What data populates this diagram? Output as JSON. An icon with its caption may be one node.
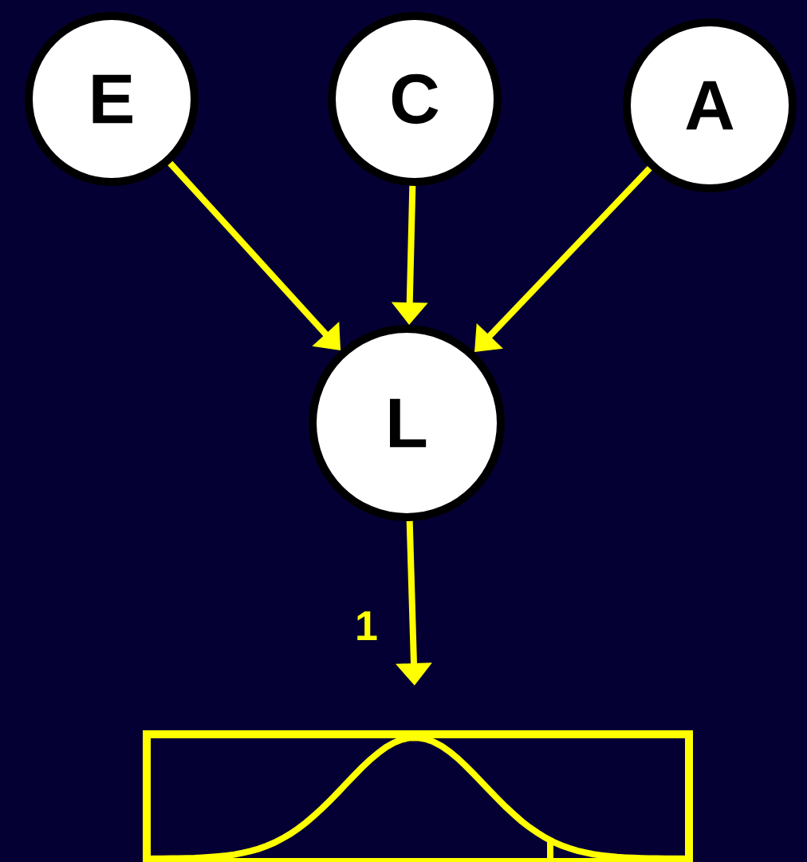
{
  "diagram": {
    "nodes": [
      {
        "text": [
          "E"
        ]
      },
      {
        "text": [
          "C"
        ]
      },
      {
        "text": [
          "A"
        ]
      },
      {
        "text": [
          "L"
        ]
      },
      {
        "text": [],
        "shape": "box"
      }
    ],
    "edges": [
      {
        "from": 0,
        "to": 3,
        "arrow": "to"
      },
      {
        "from": 1,
        "to": 3,
        "arrow": "to"
      },
      {
        "from": 2,
        "to": 3,
        "arrow": "to"
      },
      {
        "from": 3,
        "to": 4,
        "arrow": "to",
        "label": "1"
      }
    ]
  }
}
